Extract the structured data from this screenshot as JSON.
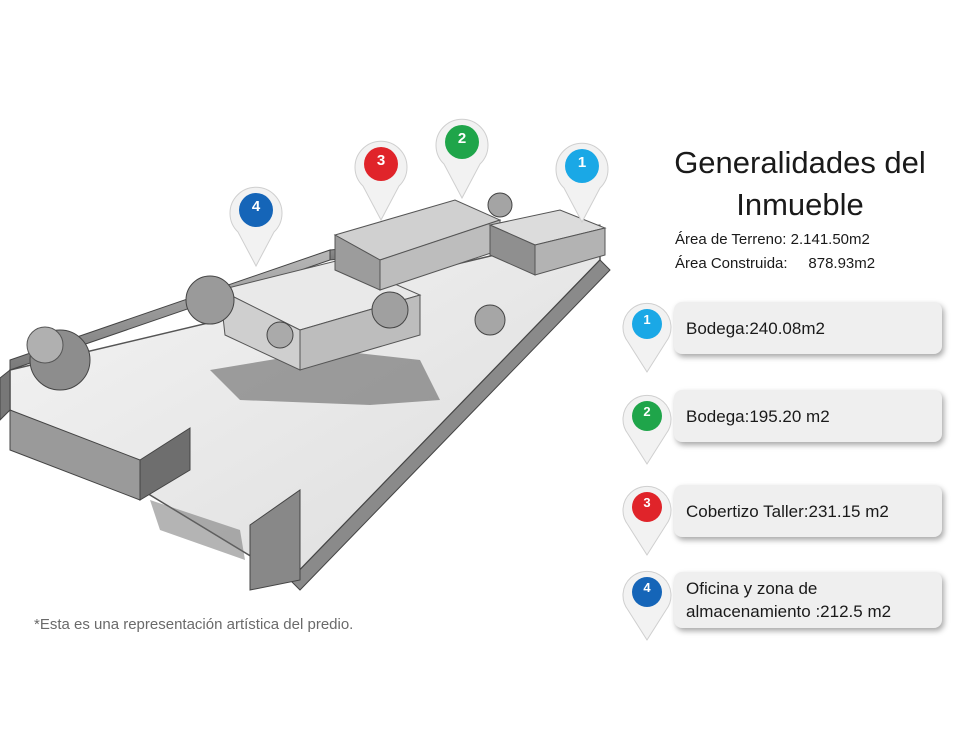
{
  "title": "Generalidades del Inmueble",
  "areas": {
    "terreno": "Área de Terreno: 2.141.50m2",
    "construida": "Área Construida:     878.93m2"
  },
  "markers": [
    {
      "num": "1",
      "color": "#1aa8e6"
    },
    {
      "num": "2",
      "color": "#1fa54a"
    },
    {
      "num": "3",
      "color": "#e0242a"
    },
    {
      "num": "4",
      "color": "#1565b8"
    }
  ],
  "legend": [
    {
      "num": "1",
      "label": "Bodega:240.08m2",
      "color": "#1aa8e6"
    },
    {
      "num": "2",
      "label": "Bodega:195.20 m2",
      "color": "#1fa54a"
    },
    {
      "num": "3",
      "label": "Cobertizo Taller:231.15 m2",
      "color": "#e0242a"
    },
    {
      "num": "4",
      "label": "Oficina y zona de almacenamiento :212.5 m2",
      "color": "#1565b8"
    }
  ],
  "note": "*Esta es una representación artística del predio."
}
